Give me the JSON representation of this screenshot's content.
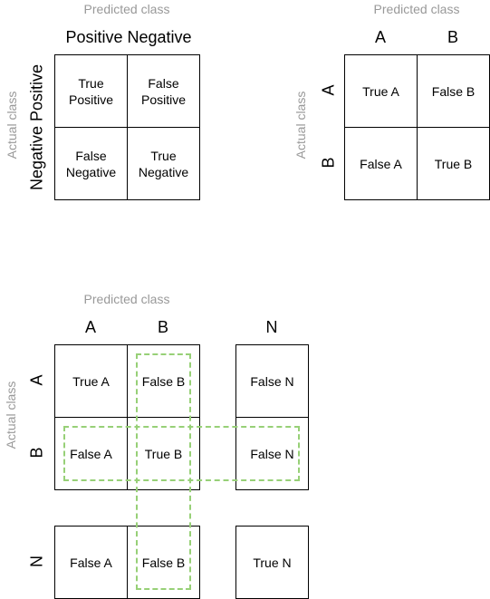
{
  "diagram1": {
    "predicted_label": "Predicted class",
    "actual_label": "Actual class",
    "col_header": "Positive Negative",
    "row_header": "Negative Positive",
    "cells": [
      [
        "True",
        "Positive"
      ],
      [
        "False",
        "Positive"
      ],
      [
        "False",
        "Negative"
      ],
      [
        "True",
        "Negative"
      ]
    ]
  },
  "diagram2": {
    "predicted_label": "Predicted class",
    "actual_label": "Actual class",
    "cols": [
      "A",
      "B"
    ],
    "rows": [
      "A",
      "B"
    ],
    "cells": [
      "True A",
      "False B",
      "False A",
      "True B"
    ]
  },
  "diagram3": {
    "predicted_label": "Predicted class",
    "actual_label": "Actual class",
    "cols": [
      "A",
      "B",
      "N"
    ],
    "rows": [
      "A",
      "B",
      "N"
    ],
    "cells": [
      "True A",
      "False B",
      "False N",
      "False A",
      "True B",
      "False N",
      "False A",
      "False B",
      "True N"
    ]
  },
  "colors": {
    "highlight_dash": "#97d077",
    "muted_text": "#999999"
  }
}
